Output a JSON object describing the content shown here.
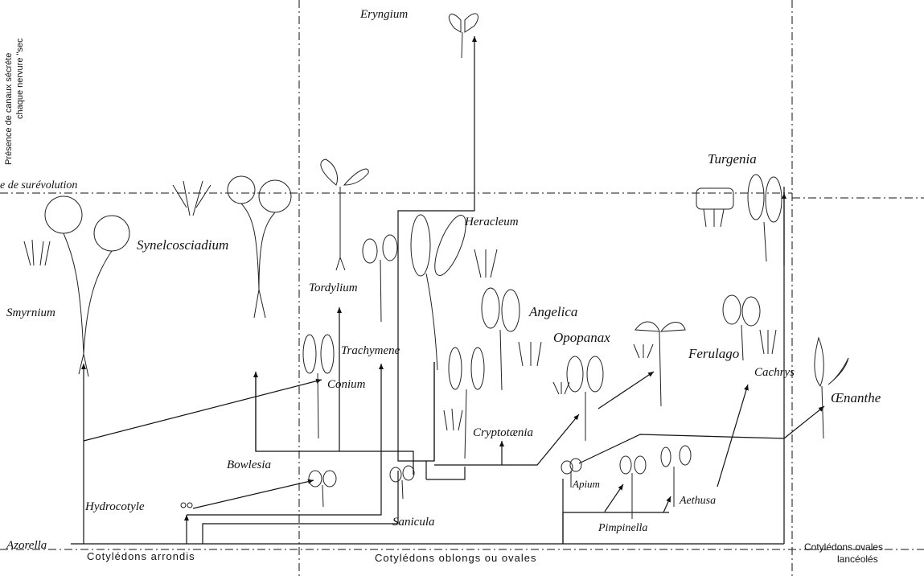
{
  "header": {
    "side_note_line1": "Présence de canaux sécréte",
    "side_note_line2": "chaque nervure \"sec",
    "surevolution_line": "e de surévolution"
  },
  "categories": {
    "rounded": "Cotylédons arrondis",
    "oblong": "Cotylédons oblongs ou ovales",
    "lanceolate_line1": "Cotylédons ovales",
    "lanceolate_line2": "lancéolés"
  },
  "taxa": {
    "eryngium": "Eryngium",
    "turgenia": "Turgenia",
    "synelcosciadium": "Synelcosciadium",
    "heracleum": "Heracleum",
    "smyrnium": "Smyrnium",
    "tordylium": "Tordylium",
    "angelica": "Angelica",
    "opopanax": "Opopanax",
    "trachymene": "Trachymene",
    "ferulago": "Ferulago",
    "conium": "Conium",
    "cachrys": "Cachrys",
    "oenanthe": "Œnanthe",
    "cryptotaenia": "Cryptotænia",
    "bowlesia": "Bowlesia",
    "apium": "Apium",
    "aethusa": "Aethusa",
    "hydrocotyle": "Hydrocotyle",
    "sanicula": "Sanicula",
    "pimpinella": "Pimpinella",
    "azorella": "Azorella"
  }
}
